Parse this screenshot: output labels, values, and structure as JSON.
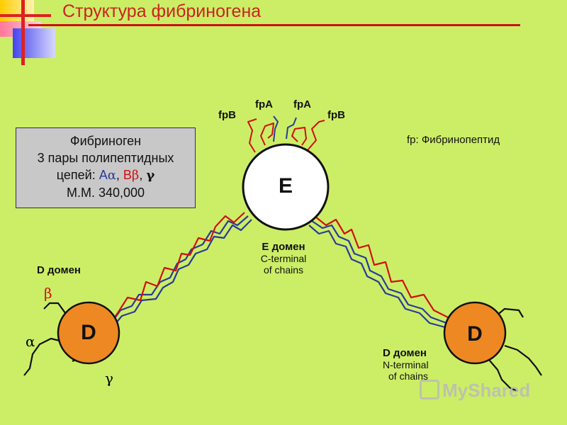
{
  "title": "Структура фибриногена",
  "info": {
    "line1": "Фибриноген",
    "line2": "3 пары полипептидных",
    "line3_prefix": "цепей: ",
    "chain_a": "A",
    "alpha_sym": "α",
    "sep1": ", ",
    "chain_b": "B",
    "beta_sym": "β",
    "sep2": ", ",
    "gamma_sym": "γ",
    "line4": "M.M. 340,000"
  },
  "legend": "fp: Фибринопептид",
  "center": {
    "letter": "E",
    "fpA_left": "fpA",
    "fpA_right": "fpA",
    "fpB_left": "fpB",
    "fpB_right": "fpB",
    "domain_label": "E домен",
    "desc1": "C-terminal",
    "desc2": "of chains"
  },
  "left_node": {
    "letter": "D",
    "domain_label": "D домен",
    "beta": "β",
    "alpha": "α",
    "gamma": "γ"
  },
  "right_node": {
    "letter": "D",
    "domain_label": "D домен",
    "desc1": "N-terminal",
    "desc2": "of chains"
  },
  "watermark": "MyShared",
  "colors": {
    "background": "#ccee66",
    "alpha_chain": "#d01010",
    "beta_chain": "#2a3a9a",
    "d_domain": "#ee8822",
    "e_domain": "#ffffff"
  }
}
